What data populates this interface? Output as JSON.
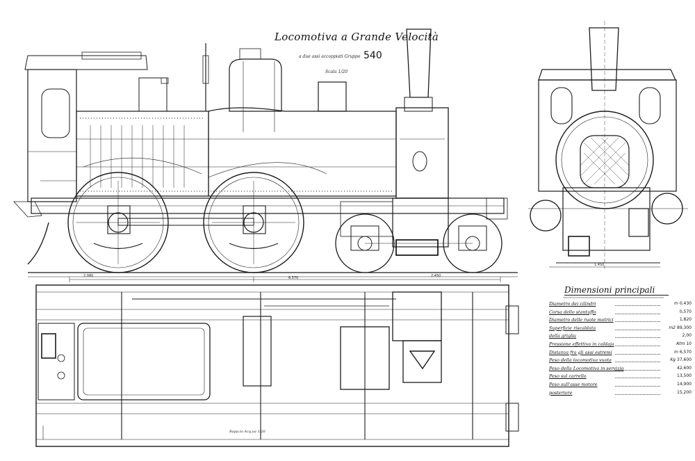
{
  "title": "Locomotiva a Grande Velocità",
  "subtitle": "a due assi accoppiati Gruppo",
  "group_number": "540",
  "scale_label": "Scala 1/20",
  "dimension_labels": {
    "side_wheelbase_left": "2.080",
    "side_total": "6.570",
    "side_wheelbase_right": "2.450",
    "front_base": "1.450",
    "plan_note": "Rapp.to Acq.ua 1/20"
  },
  "principal_dimensions": {
    "heading": "Dimensioni principali",
    "rows": [
      {
        "label": "Diametro dei cilindri",
        "unit": "m",
        "value": "0,430"
      },
      {
        "label": "Corsa dello stantuffo",
        "unit": "",
        "value": "0,570"
      },
      {
        "label": "Diametro delle ruote motrici",
        "unit": "",
        "value": "1,820"
      },
      {
        "label": "Superficie riscaldata",
        "unit": "m2",
        "value": "89,300"
      },
      {
        "label": "della griglia",
        "unit": "",
        "value": "2,00"
      },
      {
        "label": "Pressione effettiva in caldaja",
        "unit": "Atm",
        "value": "10"
      },
      {
        "label": "Distanza fra gli assi estremi",
        "unit": "m",
        "value": "6,570"
      },
      {
        "label": "Peso della locomotiva vuota",
        "unit": "Kg",
        "value": "37,600"
      },
      {
        "label": "Peso della Locomotiva in servizio",
        "unit": "",
        "value": "42,600"
      },
      {
        "label": "Peso sul carrello",
        "unit": "",
        "value": "13,500"
      },
      {
        "label": "Peso sull'asse motore",
        "unit": "",
        "value": "14,900"
      },
      {
        "label": "posteriore",
        "unit": "",
        "value": "15,200"
      }
    ]
  }
}
